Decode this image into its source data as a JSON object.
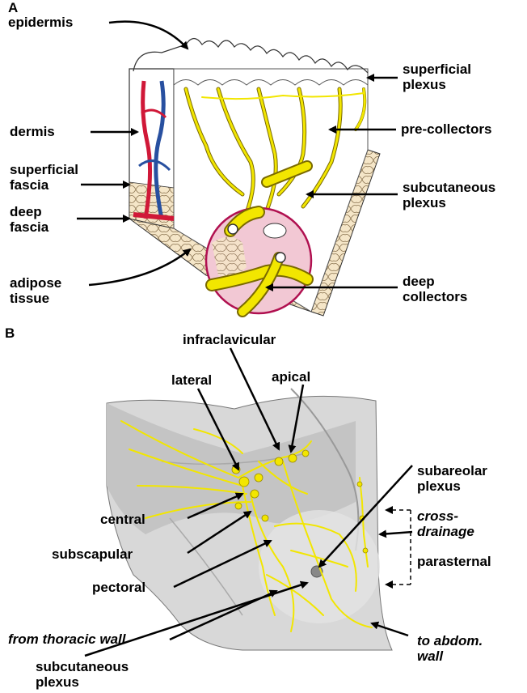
{
  "panel_a": {
    "letter": "A",
    "labels": {
      "epidermis": "epidermis",
      "dermis": "dermis",
      "superficial_fascia_1": "superficial",
      "superficial_fascia_2": "fascia",
      "deep_fascia_1": "deep",
      "deep_fascia_2": "fascia",
      "adipose_tissue_1": "adipose",
      "adipose_tissue_2": "tissue",
      "superficial_plexus_1": "superficial",
      "superficial_plexus_2": "plexus",
      "pre_collectors": "pre-collectors",
      "subcutaneous_plexus_1": "subcutaneous",
      "subcutaneous_plexus_2": "plexus",
      "deep_collectors_1": "deep",
      "deep_collectors_2": "collectors"
    }
  },
  "panel_b": {
    "letter": "B",
    "labels": {
      "infraclavicular": "infraclavicular",
      "lateral": "lateral",
      "apical": "apical",
      "subareolar_1": "subareolar",
      "subareolar_2": "plexus",
      "central": "central",
      "cross_drainage_1": "cross-",
      "cross_drainage_2": "drainage",
      "subscapular": "subscapular",
      "parasternal": "parasternal",
      "pectoral": "pectoral",
      "from_thoracic_wall": "from thoracic wall",
      "to_abdom_1": "to abdom.",
      "to_abdom_2": "wall",
      "subcutaneous_1": "subcutaneous",
      "subcutaneous_2": "plexus"
    }
  },
  "colors": {
    "lymph": "#f2e600",
    "artery": "#d01838",
    "vein": "#2850a0",
    "adipose": "#f5e6c8",
    "magnifier": "#f2c8d4"
  }
}
